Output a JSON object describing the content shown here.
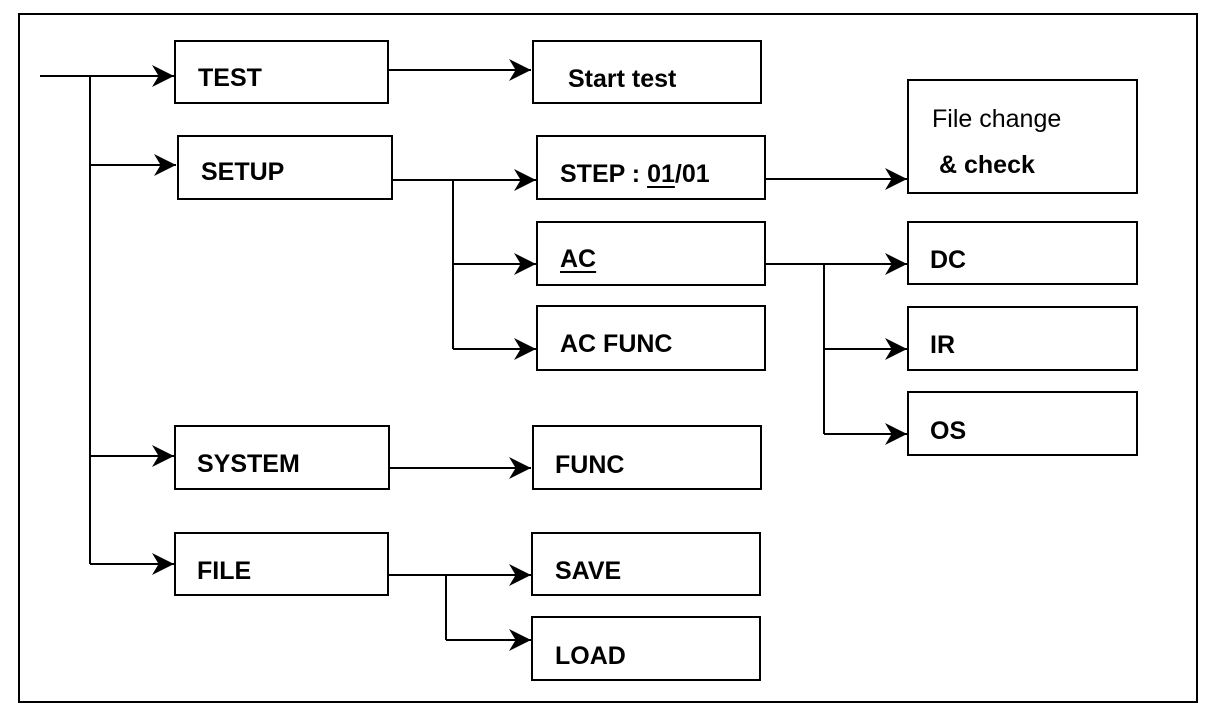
{
  "diagram": {
    "menu": {
      "test": "TEST",
      "setup": "SETUP",
      "system": "SYSTEM",
      "file": "FILE"
    },
    "nodes": {
      "start_test": "Start test",
      "step_prefix": "STEP : ",
      "step_current": "01",
      "step_suffix": "/01",
      "file_change_line1": "File change",
      "file_change_line2": "& check",
      "ac": "AC",
      "ac_func": "AC FUNC",
      "dc": "DC",
      "ir": "IR",
      "os": "OS",
      "func": "FUNC",
      "save": "SAVE",
      "load": "LOAD"
    }
  }
}
